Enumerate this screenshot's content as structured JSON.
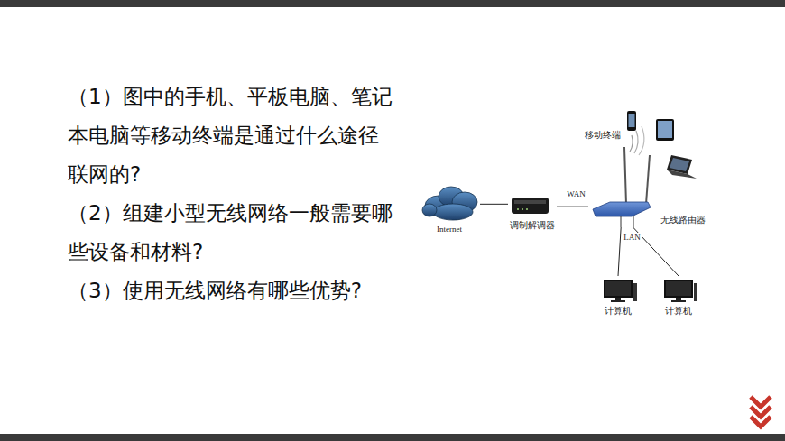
{
  "diagram": {
    "nodes": [
      {
        "text": [
          "移动终端"
        ]
      },
      {
        "text": [
          "Internet"
        ]
      },
      {
        "text": [
          "调制解调器"
        ]
      },
      {
        "text": [
          "无线路由器"
        ]
      },
      {
        "text": [
          "计算机"
        ]
      },
      {
        "text": [
          "计算机"
        ]
      }
    ],
    "edges": [
      {
        "from": 1,
        "to": 2,
        "arrow": "none"
      },
      {
        "from": 2,
        "to": 3,
        "label": "WAN",
        "arrow": "none"
      },
      {
        "from": 3,
        "to": 4,
        "label": "LAN",
        "arrow": "none"
      },
      {
        "from": 3,
        "to": 5,
        "arrow": "none"
      }
    ],
    "labels": [
      "（1）图中的手机、平板电脑、笔记 本电脑等移动终端是通过什么途径 联网的?",
      "（2）组建小型无线网络一般需要哪 些设备和材料?",
      "（3）使用无线网络有哪些优势?"
    ]
  }
}
